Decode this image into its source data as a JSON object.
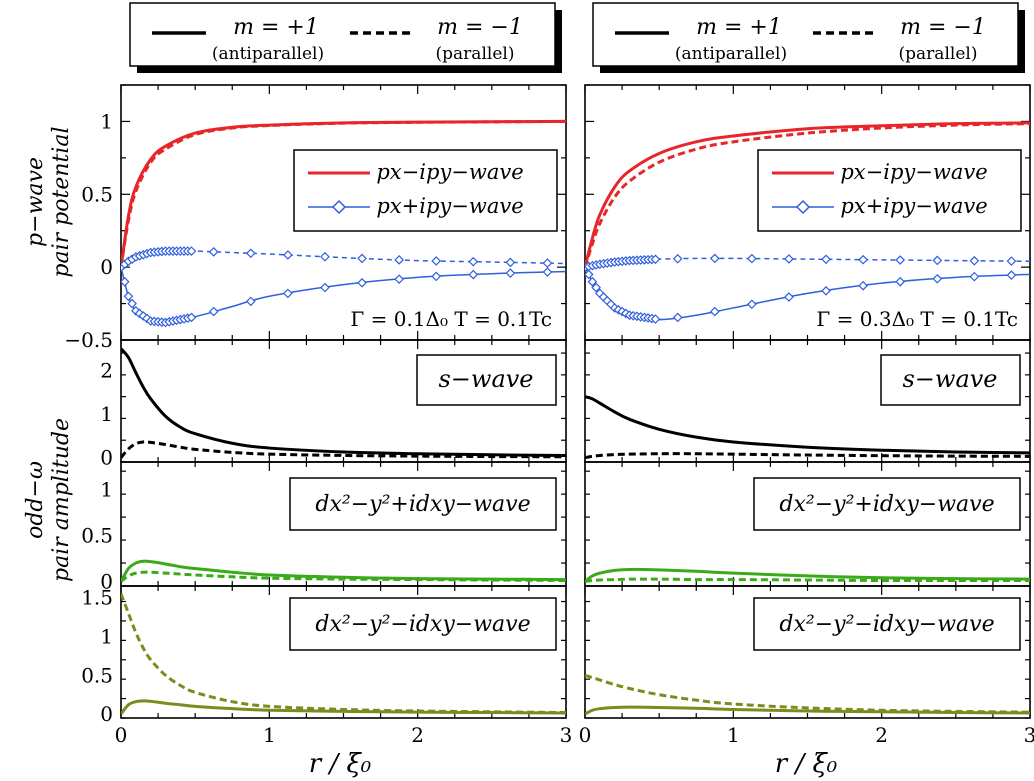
{
  "figure": {
    "left_legend": {
      "plus_main": "m = +1",
      "plus_sub": "(antiparallel)",
      "minus_main": "m = −1",
      "minus_sub": "(parallel)"
    },
    "right_legend": {
      "plus_main": "m = +1",
      "plus_sub": "(antiparallel)",
      "minus_main": "m = −1",
      "minus_sub": "(parallel)"
    },
    "ylabel_top_1": "p−wave",
    "ylabel_top_2": "pair potential",
    "ylabel_bottom_1": "odd−ω",
    "ylabel_bottom_2": "pair amplitude",
    "xlabel_left": "r / ξ₀",
    "xlabel_right": "r / ξ₀",
    "legend_px_minus": "px−ipy−wave",
    "legend_px_plus": "px+ipy−wave",
    "s_wave_label": "s−wave",
    "d_plus_label": "dx²−y²+idxy−wave",
    "d_minus_label": "dx²−y²−idxy−wave",
    "left_params": "Γ = 0.1Δ₀ T = 0.1Tc",
    "right_params": "Γ = 0.3Δ₀ T = 0.1Tc"
  },
  "colors": {
    "red": "#e8262a",
    "blue": "#2f5fe0",
    "black": "#000000",
    "green": "#3aaa1a",
    "olive": "#7f8a1e"
  },
  "chart_data": [
    {
      "type": "line",
      "panel": "left-p-wave",
      "xlim": [
        0,
        3
      ],
      "ylim": [
        -0.5,
        1.25
      ],
      "xticks": [
        0,
        1,
        2,
        3
      ],
      "yticks": [
        -0.5,
        0,
        0.5,
        1
      ],
      "ytick_labels": [
        "−0.5",
        "0",
        "0.5",
        "1"
      ],
      "x": [
        0,
        0.05,
        0.1,
        0.2,
        0.3,
        0.5,
        0.75,
        1.0,
        1.5,
        2.0,
        2.5,
        3.0
      ],
      "series": [
        {
          "color": "red",
          "style": "solid",
          "values": [
            0,
            0.35,
            0.55,
            0.74,
            0.83,
            0.92,
            0.96,
            0.975,
            0.99,
            0.995,
            0.998,
            1.0
          ]
        },
        {
          "color": "red",
          "style": "dashed",
          "values": [
            0,
            0.32,
            0.52,
            0.72,
            0.81,
            0.91,
            0.955,
            0.972,
            0.988,
            0.994,
            0.997,
            1.0
          ]
        },
        {
          "color": "blue",
          "style": "solid",
          "markers": true,
          "values": [
            0,
            -0.2,
            -0.3,
            -0.37,
            -0.38,
            -0.34,
            -0.27,
            -0.2,
            -0.12,
            -0.07,
            -0.045,
            -0.03
          ]
        },
        {
          "color": "blue",
          "style": "dashed",
          "markers": true,
          "values": [
            0,
            0.04,
            0.07,
            0.1,
            0.11,
            0.11,
            0.1,
            0.09,
            0.065,
            0.045,
            0.035,
            0.025
          ]
        }
      ]
    },
    {
      "type": "line",
      "panel": "right-p-wave",
      "xlim": [
        0,
        3
      ],
      "ylim": [
        -0.5,
        1.25
      ],
      "xticks": [
        0,
        1,
        2,
        3
      ],
      "yticks": [
        -0.5,
        0,
        0.5,
        1
      ],
      "x": [
        0,
        0.05,
        0.1,
        0.2,
        0.3,
        0.5,
        0.75,
        1.0,
        1.5,
        2.0,
        2.5,
        3.0
      ],
      "series": [
        {
          "color": "red",
          "style": "solid",
          "values": [
            0,
            0.2,
            0.36,
            0.55,
            0.66,
            0.78,
            0.86,
            0.9,
            0.95,
            0.97,
            0.985,
            0.99
          ]
        },
        {
          "color": "red",
          "style": "dashed",
          "values": [
            0,
            0.16,
            0.3,
            0.48,
            0.59,
            0.72,
            0.81,
            0.86,
            0.92,
            0.955,
            0.975,
            0.985
          ]
        },
        {
          "color": "blue",
          "style": "solid",
          "markers": true,
          "values": [
            0,
            -0.1,
            -0.18,
            -0.28,
            -0.33,
            -0.36,
            -0.33,
            -0.28,
            -0.18,
            -0.11,
            -0.07,
            -0.05
          ]
        },
        {
          "color": "blue",
          "style": "dashed",
          "markers": true,
          "values": [
            0,
            0.01,
            0.02,
            0.035,
            0.045,
            0.055,
            0.06,
            0.06,
            0.055,
            0.05,
            0.045,
            0.04
          ]
        }
      ]
    },
    {
      "type": "line",
      "panel": "left-s-wave",
      "xlim": [
        0,
        3
      ],
      "ylim": [
        -0.1,
        2.7
      ],
      "yticks": [
        0,
        1,
        2
      ],
      "x": [
        0,
        0.05,
        0.1,
        0.15,
        0.2,
        0.3,
        0.4,
        0.5,
        0.75,
        1.0,
        1.5,
        2.0,
        2.5,
        3.0
      ],
      "series": [
        {
          "color": "black",
          "style": "solid",
          "values": [
            2.5,
            2.3,
            1.95,
            1.62,
            1.35,
            0.95,
            0.7,
            0.55,
            0.33,
            0.22,
            0.13,
            0.09,
            0.065,
            0.05
          ]
        },
        {
          "color": "black",
          "style": "dashed",
          "values": [
            0,
            0.2,
            0.32,
            0.36,
            0.35,
            0.3,
            0.24,
            0.19,
            0.12,
            0.08,
            0.05,
            0.035,
            0.025,
            0.02
          ]
        }
      ]
    },
    {
      "type": "line",
      "panel": "right-s-wave",
      "xlim": [
        0,
        3
      ],
      "ylim": [
        -0.1,
        2.7
      ],
      "yticks": [
        0,
        1,
        2
      ],
      "x": [
        0,
        0.05,
        0.1,
        0.2,
        0.3,
        0.5,
        0.75,
        1.0,
        1.5,
        2.0,
        2.5,
        3.0
      ],
      "series": [
        {
          "color": "black",
          "style": "solid",
          "values": [
            1.4,
            1.35,
            1.25,
            1.05,
            0.88,
            0.65,
            0.47,
            0.36,
            0.24,
            0.17,
            0.13,
            0.11
          ]
        },
        {
          "color": "black",
          "style": "dashed",
          "values": [
            0,
            0.03,
            0.05,
            0.07,
            0.08,
            0.09,
            0.09,
            0.08,
            0.06,
            0.045,
            0.035,
            0.03
          ]
        }
      ]
    },
    {
      "type": "line",
      "panel": "left-d-plus",
      "xlim": [
        0,
        3
      ],
      "ylim": [
        -0.05,
        1.3
      ],
      "yticks": [
        0,
        0.5,
        1
      ],
      "x": [
        0,
        0.05,
        0.1,
        0.15,
        0.2,
        0.3,
        0.4,
        0.5,
        0.75,
        1.0,
        1.5,
        2.0,
        2.5,
        3.0
      ],
      "series": [
        {
          "color": "green",
          "style": "solid",
          "values": [
            0,
            0.14,
            0.2,
            0.22,
            0.215,
            0.19,
            0.16,
            0.14,
            0.1,
            0.07,
            0.045,
            0.03,
            0.025,
            0.02
          ]
        },
        {
          "color": "green",
          "style": "dashed",
          "values": [
            0,
            0.06,
            0.09,
            0.1,
            0.1,
            0.09,
            0.08,
            0.07,
            0.05,
            0.035,
            0.025,
            0.02,
            0.015,
            0.01
          ]
        }
      ]
    },
    {
      "type": "line",
      "panel": "right-d-plus",
      "xlim": [
        0,
        3
      ],
      "ylim": [
        -0.05,
        1.3
      ],
      "yticks": [
        0,
        0.5,
        1
      ],
      "x": [
        0,
        0.05,
        0.1,
        0.2,
        0.3,
        0.4,
        0.5,
        0.75,
        1.0,
        1.5,
        2.0,
        2.5,
        3.0
      ],
      "series": [
        {
          "color": "green",
          "style": "solid",
          "values": [
            0,
            0.06,
            0.09,
            0.12,
            0.13,
            0.13,
            0.125,
            0.11,
            0.09,
            0.06,
            0.04,
            0.03,
            0.025
          ]
        },
        {
          "color": "green",
          "style": "dashed",
          "values": [
            0,
            0.01,
            0.015,
            0.02,
            0.025,
            0.025,
            0.025,
            0.02,
            0.02,
            0.015,
            0.01,
            0.01,
            0.01
          ]
        }
      ]
    },
    {
      "type": "line",
      "panel": "left-d-minus",
      "xlim": [
        0,
        3
      ],
      "ylim": [
        -0.05,
        1.65
      ],
      "yticks": [
        0,
        0.5,
        1,
        1.5
      ],
      "x": [
        0,
        0.05,
        0.1,
        0.15,
        0.2,
        0.3,
        0.4,
        0.5,
        0.75,
        1.0,
        1.5,
        2.0,
        2.5,
        3.0
      ],
      "series": [
        {
          "color": "olive",
          "style": "dashed",
          "values": [
            1.55,
            1.3,
            1.05,
            0.85,
            0.7,
            0.5,
            0.37,
            0.28,
            0.16,
            0.1,
            0.06,
            0.04,
            0.03,
            0.02
          ]
        },
        {
          "color": "olive",
          "style": "solid",
          "values": [
            0,
            0.12,
            0.16,
            0.17,
            0.165,
            0.14,
            0.12,
            0.1,
            0.07,
            0.05,
            0.035,
            0.025,
            0.02,
            0.015
          ]
        }
      ]
    },
    {
      "type": "line",
      "panel": "right-d-minus",
      "xlim": [
        0,
        3
      ],
      "ylim": [
        -0.05,
        1.65
      ],
      "yticks": [
        0,
        0.5,
        1,
        1.5
      ],
      "x": [
        0,
        0.05,
        0.1,
        0.2,
        0.3,
        0.5,
        0.75,
        1.0,
        1.5,
        2.0,
        2.5,
        3.0
      ],
      "series": [
        {
          "color": "olive",
          "style": "dashed",
          "values": [
            0.5,
            0.47,
            0.44,
            0.38,
            0.33,
            0.25,
            0.18,
            0.13,
            0.08,
            0.05,
            0.035,
            0.025
          ]
        },
        {
          "color": "olive",
          "style": "solid",
          "values": [
            0,
            0.05,
            0.07,
            0.085,
            0.09,
            0.085,
            0.075,
            0.06,
            0.04,
            0.03,
            0.02,
            0.015
          ]
        }
      ]
    }
  ]
}
